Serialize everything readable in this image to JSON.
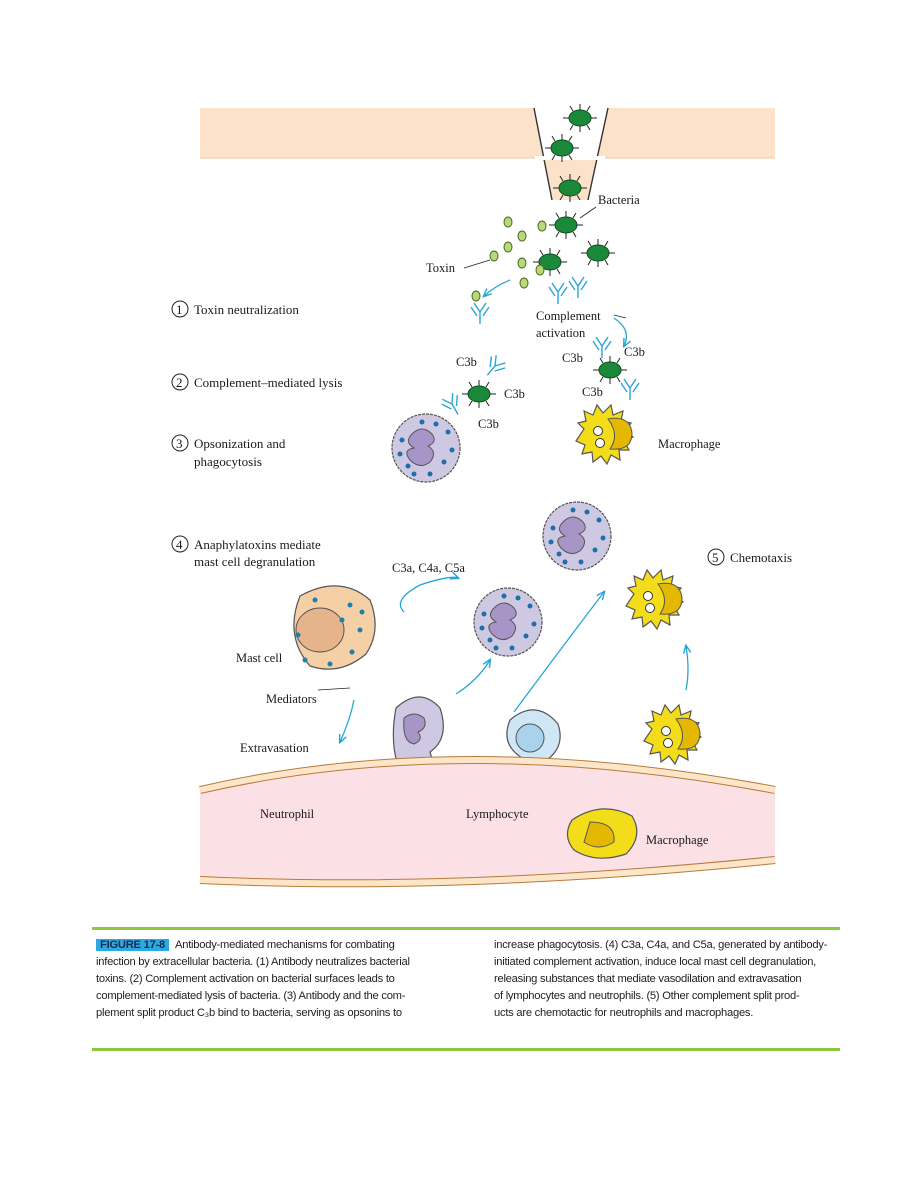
{
  "figure": {
    "labels": {
      "bacteria": "Bacteria",
      "toxin": "Toxin",
      "complement_activation_1": "Complement",
      "complement_activation_2": "activation",
      "c3b": "C3b",
      "macrophage": "Macrophage",
      "c3a_c4a_c5a": "C3a, C4a, C5a",
      "mast_cell": "Mast cell",
      "mediators": "Mediators",
      "extravasation": "Extravasation",
      "neutrophil": "Neutrophil",
      "lymphocyte": "Lymphocyte"
    },
    "steps": [
      {
        "num": "1",
        "lines": [
          "Toxin neutralization"
        ]
      },
      {
        "num": "2",
        "lines": [
          "Complement–mediated lysis"
        ]
      },
      {
        "num": "3",
        "lines": [
          "Opsonization and",
          "phagocytosis"
        ]
      },
      {
        "num": "4",
        "lines": [
          "Anaphylatoxins mediate",
          "mast cell degranulation"
        ]
      },
      {
        "num": "5",
        "lines": [
          "Chemotaxis"
        ]
      }
    ]
  },
  "caption": {
    "tag": "FIGURE 17-8",
    "left_lines": [
      "Antibody-mediated mechanisms for combating",
      "infection by extracellular bacteria. (1) Antibody neutralizes bacterial",
      "toxins. (2) Complement activation on bacterial surfaces leads to",
      "complement-mediated lysis of bacteria. (3) Antibody and the com-",
      "plement split product C₃b bind to bacteria, serving as opsonins to"
    ],
    "right_lines": [
      "increase phagocytosis. (4) C3a, C4a, and C5a, generated by antibody-",
      "initiated complement activation, induce local mast cell degranulation,",
      "releasing substances that mediate vasodilation and extravasation",
      "of lymphocytes and neutrophils. (5) Other complement split prod-",
      "ucts are chemotactic for neutrophils and macrophages."
    ]
  },
  "colors": {
    "skin": "#fbe2c8",
    "vessel_lumen": "#fbe0e6",
    "vessel_wall": "#fde5c8",
    "bacteria": "#1a8a3a",
    "antibody": "#29a6d6",
    "neutrophil": "#cfc8e2",
    "macrophage": "#f3dd1a",
    "mast_cell": "#f5cfa5",
    "lymphocyte": "#cfe7f4",
    "accent_rule": "#8dc63f",
    "fig_tag": "#29abe2"
  }
}
